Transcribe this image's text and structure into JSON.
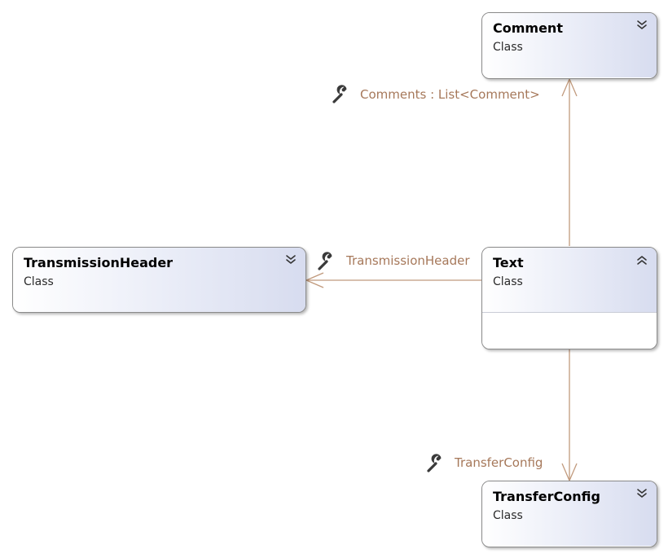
{
  "colors": {
    "connector": "#c19a7d",
    "label": "#a6785a",
    "border": "#8a8a8a",
    "header_gradient_end": "#d7dcef"
  },
  "classes": {
    "comment": {
      "name": "Comment",
      "stereotype": "Class",
      "toggle_icon": "chevron-double-down-icon"
    },
    "transmission_header": {
      "name": "TransmissionHeader",
      "stereotype": "Class",
      "toggle_icon": "chevron-double-down-icon"
    },
    "text": {
      "name": "Text",
      "stereotype": "Class",
      "toggle_icon": "chevron-double-up-icon"
    },
    "transfer_config": {
      "name": "TransferConfig",
      "stereotype": "Class",
      "toggle_icon": "chevron-double-down-icon"
    }
  },
  "associations": {
    "comments": {
      "label": "Comments : List<Comment>",
      "icon": "wrench-icon"
    },
    "transmission_header": {
      "label": "TransmissionHeader",
      "icon": "wrench-icon"
    },
    "transfer_config": {
      "label": "TransferConfig",
      "icon": "wrench-icon"
    }
  }
}
